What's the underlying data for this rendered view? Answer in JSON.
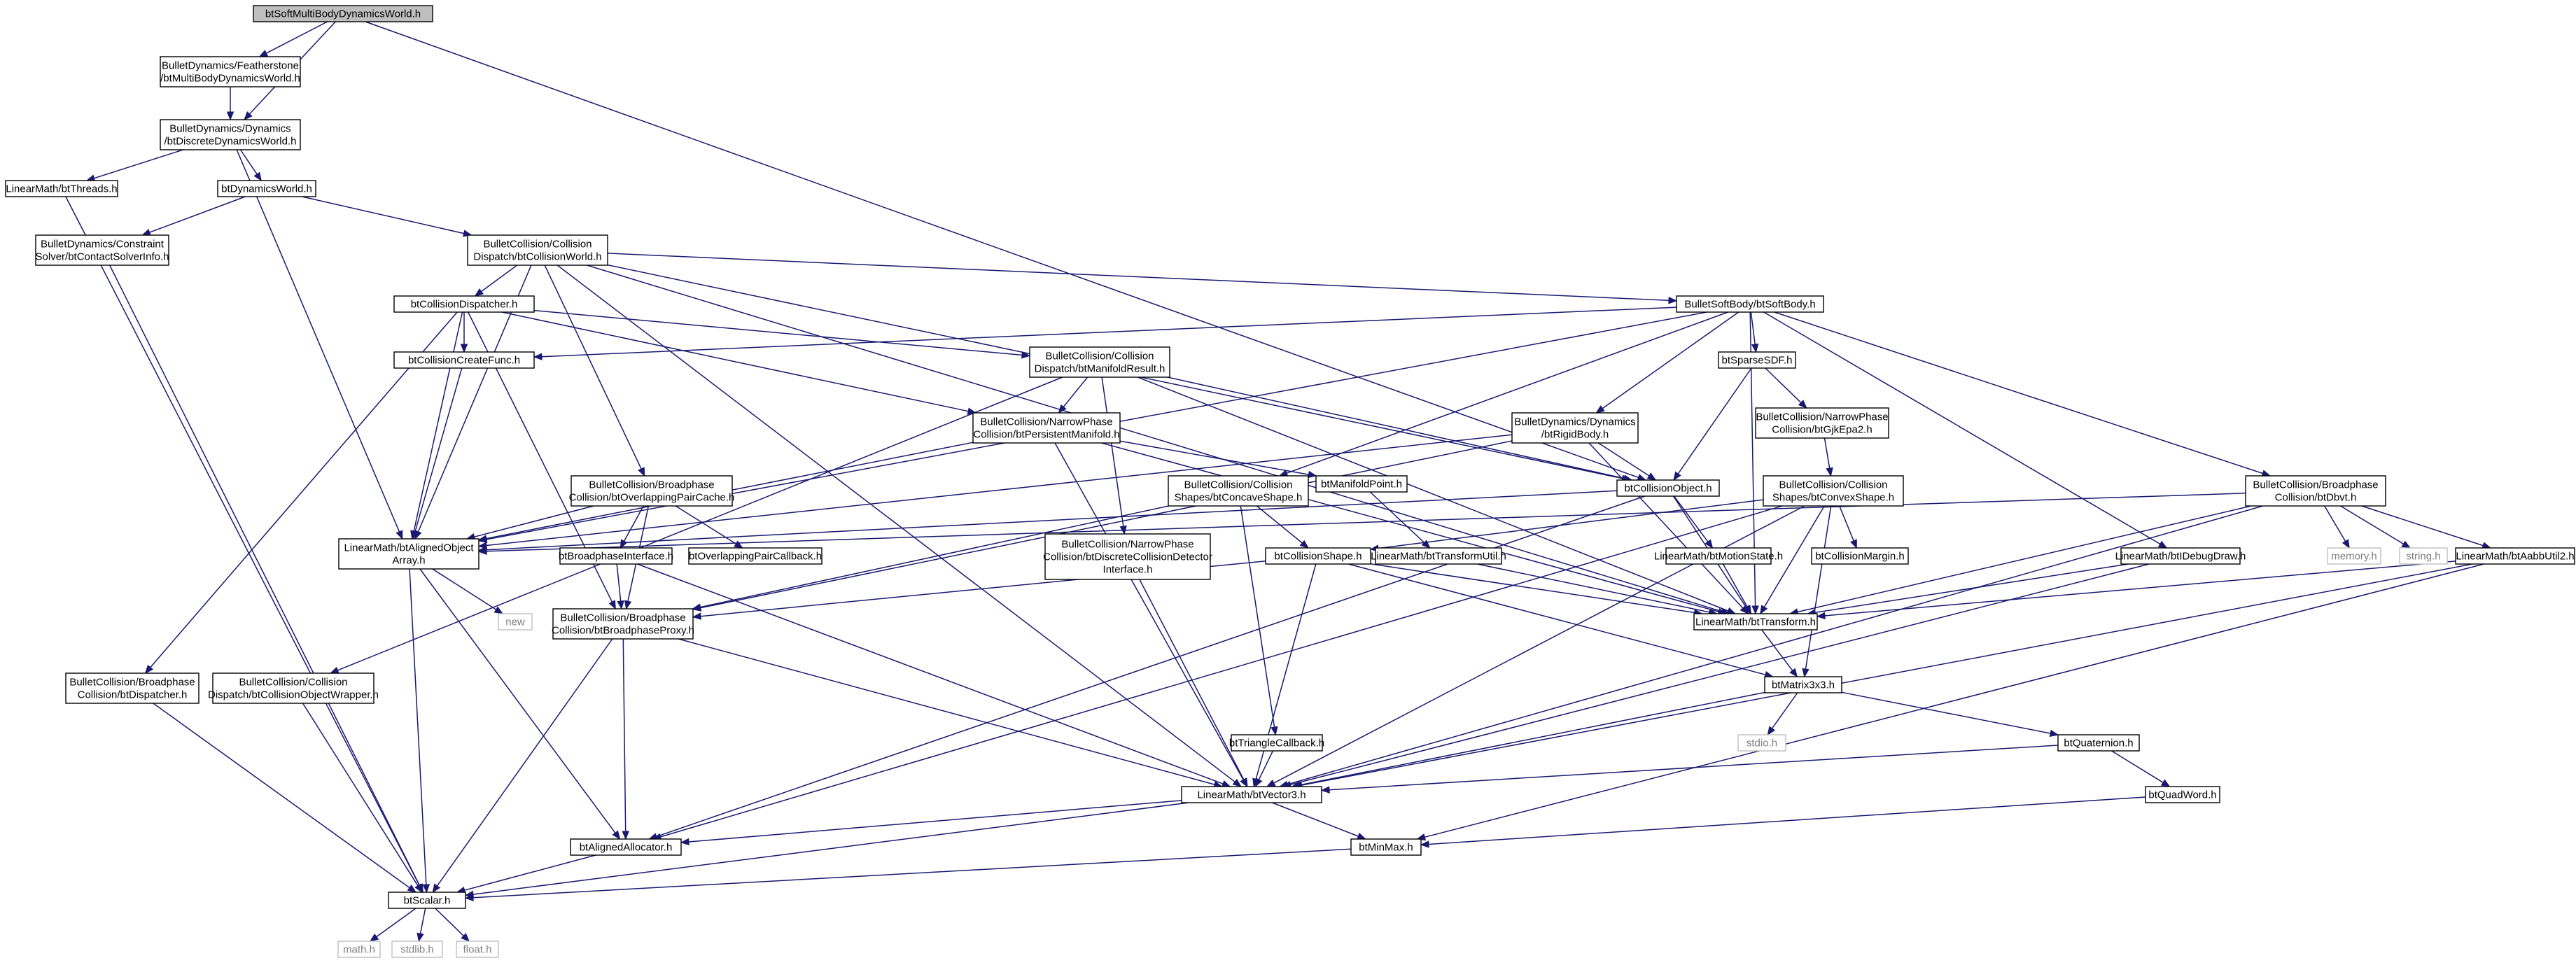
{
  "graph": {
    "colors": {
      "edge": "#191970",
      "root_fill": "#bfbfbf",
      "node_fill": "#ffffff",
      "system_text": "#7f7f7f",
      "system_border": "#bfbfbf"
    },
    "nodes": [
      {
        "id": "root",
        "lines": [
          "btSoftMultiBodyDynamicsWorld.h"
        ],
        "root": true
      },
      {
        "id": "featherstone",
        "lines": [
          "BulletDynamics/Featherstone",
          "/btMultiBodyDynamicsWorld.h"
        ]
      },
      {
        "id": "discrete",
        "lines": [
          "BulletDynamics/Dynamics",
          "/btDiscreteDynamicsWorld.h"
        ]
      },
      {
        "id": "threads",
        "lines": [
          "LinearMath/btThreads.h"
        ]
      },
      {
        "id": "dynworld",
        "lines": [
          "btDynamicsWorld.h"
        ]
      },
      {
        "id": "contactsolver",
        "lines": [
          "BulletDynamics/Constraint",
          "Solver/btContactSolverInfo.h"
        ]
      },
      {
        "id": "collworld",
        "lines": [
          "BulletCollision/Collision",
          "Dispatch/btCollisionWorld.h"
        ]
      },
      {
        "id": "colldispatcher",
        "lines": [
          "btCollisionDispatcher.h"
        ]
      },
      {
        "id": "softbody",
        "lines": [
          "BulletSoftBody/btSoftBody.h"
        ]
      },
      {
        "id": "createfunc",
        "lines": [
          "btCollisionCreateFunc.h"
        ]
      },
      {
        "id": "manifoldresult",
        "lines": [
          "BulletCollision/Collision",
          "Dispatch/btManifoldResult.h"
        ]
      },
      {
        "id": "sparsesdf",
        "lines": [
          "btSparseSDF.h"
        ]
      },
      {
        "id": "gjkepa2",
        "lines": [
          "BulletCollision/NarrowPhase",
          "Collision/btGjkEpa2.h"
        ]
      },
      {
        "id": "persistent",
        "lines": [
          "BulletCollision/NarrowPhase",
          "Collision/btPersistentManifold.h"
        ]
      },
      {
        "id": "rigidbody",
        "lines": [
          "BulletDynamics/Dynamics",
          "/btRigidBody.h"
        ]
      },
      {
        "id": "manifoldpoint",
        "lines": [
          "btManifoldPoint.h"
        ]
      },
      {
        "id": "concaveshape",
        "lines": [
          "BulletCollision/Collision",
          "Shapes/btConcaveShape.h"
        ]
      },
      {
        "id": "collobject",
        "lines": [
          "btCollisionObject.h"
        ]
      },
      {
        "id": "convexshape",
        "lines": [
          "BulletCollision/Collision",
          "Shapes/btConvexShape.h"
        ]
      },
      {
        "id": "dbvt",
        "lines": [
          "BulletCollision/Broadphase",
          "Collision/btDbvt.h"
        ]
      },
      {
        "id": "overlapcache",
        "lines": [
          "BulletCollision/Broadphase",
          "Collision/btOverlappingPairCache.h"
        ]
      },
      {
        "id": "alignedarray",
        "lines": [
          "LinearMath/btAlignedObject",
          "Array.h"
        ]
      },
      {
        "id": "discretedetector",
        "lines": [
          "BulletCollision/NarrowPhase",
          "Collision/btDiscreteCollisionDetector",
          "Interface.h"
        ]
      },
      {
        "id": "broadphaseif",
        "lines": [
          "btBroadphaseInterface.h"
        ]
      },
      {
        "id": "overlapcallback",
        "lines": [
          "btOverlappingPairCallback.h"
        ]
      },
      {
        "id": "collshape",
        "lines": [
          "btCollisionShape.h"
        ]
      },
      {
        "id": "transformutil",
        "lines": [
          "LinearMath/btTransformUtil.h"
        ]
      },
      {
        "id": "motionstate",
        "lines": [
          "LinearMath/btMotionState.h"
        ]
      },
      {
        "id": "collmargin",
        "lines": [
          "btCollisionMargin.h"
        ]
      },
      {
        "id": "debugdraw",
        "lines": [
          "LinearMath/btIDebugDraw.h"
        ]
      },
      {
        "id": "memory",
        "lines": [
          "memory.h"
        ],
        "system": true
      },
      {
        "id": "string",
        "lines": [
          "string.h"
        ],
        "system": true
      },
      {
        "id": "aabbutil",
        "lines": [
          "LinearMath/btAabbUtil2.h"
        ]
      },
      {
        "id": "new",
        "lines": [
          "new"
        ],
        "system": true
      },
      {
        "id": "bpproxy",
        "lines": [
          "BulletCollision/Broadphase",
          "Collision/btBroadphaseProxy.h"
        ]
      },
      {
        "id": "transform",
        "lines": [
          "LinearMath/btTransform.h"
        ]
      },
      {
        "id": "bpdispatcher",
        "lines": [
          "BulletCollision/Broadphase",
          "Collision/btDispatcher.h"
        ]
      },
      {
        "id": "collobjwrapper",
        "lines": [
          "BulletCollision/Collision",
          "Dispatch/btCollisionObjectWrapper.h"
        ]
      },
      {
        "id": "matrix3x3",
        "lines": [
          "btMatrix3x3.h"
        ]
      },
      {
        "id": "stdio",
        "lines": [
          "stdio.h"
        ],
        "system": true
      },
      {
        "id": "quaternion",
        "lines": [
          "btQuaternion.h"
        ]
      },
      {
        "id": "trianglecb",
        "lines": [
          "btTriangleCallback.h"
        ]
      },
      {
        "id": "vector3",
        "lines": [
          "LinearMath/btVector3.h"
        ]
      },
      {
        "id": "quadword",
        "lines": [
          "btQuadWord.h"
        ]
      },
      {
        "id": "alignedalloc",
        "lines": [
          "btAlignedAllocator.h"
        ]
      },
      {
        "id": "minmax",
        "lines": [
          "btMinMax.h"
        ]
      },
      {
        "id": "scalar",
        "lines": [
          "btScalar.h"
        ]
      },
      {
        "id": "math",
        "lines": [
          "math.h"
        ],
        "system": true
      },
      {
        "id": "stdlib",
        "lines": [
          "stdlib.h"
        ],
        "system": true
      },
      {
        "id": "float",
        "lines": [
          "float.h"
        ],
        "system": true
      }
    ],
    "edges": [
      [
        "root",
        "featherstone"
      ],
      [
        "root",
        "discrete"
      ],
      [
        "root",
        "collobject"
      ],
      [
        "featherstone",
        "discrete"
      ],
      [
        "discrete",
        "threads"
      ],
      [
        "discrete",
        "dynworld"
      ],
      [
        "discrete",
        "alignedarray"
      ],
      [
        "threads",
        "scalar"
      ],
      [
        "dynworld",
        "contactsolver"
      ],
      [
        "dynworld",
        "collworld"
      ],
      [
        "contactsolver",
        "scalar"
      ],
      [
        "collworld",
        "colldispatcher"
      ],
      [
        "collworld",
        "softbody"
      ],
      [
        "collworld",
        "overlapcache"
      ],
      [
        "collworld",
        "alignedarray"
      ],
      [
        "collworld",
        "collobject"
      ],
      [
        "collworld",
        "vector3"
      ],
      [
        "collworld",
        "transform"
      ],
      [
        "colldispatcher",
        "createfunc"
      ],
      [
        "colldispatcher",
        "manifoldresult"
      ],
      [
        "colldispatcher",
        "persistent"
      ],
      [
        "colldispatcher",
        "alignedarray"
      ],
      [
        "colldispatcher",
        "bpproxy"
      ],
      [
        "colldispatcher",
        "bpdispatcher"
      ],
      [
        "softbody",
        "createfunc"
      ],
      [
        "softbody",
        "sparsesdf"
      ],
      [
        "softbody",
        "rigidbody"
      ],
      [
        "softbody",
        "concaveshape"
      ],
      [
        "softbody",
        "dbvt"
      ],
      [
        "softbody",
        "alignedarray"
      ],
      [
        "softbody",
        "debugdraw"
      ],
      [
        "softbody",
        "transform"
      ],
      [
        "createfunc",
        "alignedarray"
      ],
      [
        "manifoldresult",
        "persistent"
      ],
      [
        "manifoldresult",
        "discretedetector"
      ],
      [
        "manifoldresult",
        "collobject"
      ],
      [
        "manifoldresult",
        "transform"
      ],
      [
        "manifoldresult",
        "collobjwrapper"
      ],
      [
        "sparsesdf",
        "gjkepa2"
      ],
      [
        "sparsesdf",
        "collobject"
      ],
      [
        "gjkepa2",
        "convexshape"
      ],
      [
        "persistent",
        "manifoldpoint"
      ],
      [
        "persistent",
        "alignedarray"
      ],
      [
        "persistent",
        "vector3"
      ],
      [
        "persistent",
        "transform"
      ],
      [
        "rigidbody",
        "collobject"
      ],
      [
        "rigidbody",
        "alignedarray"
      ],
      [
        "rigidbody",
        "bpproxy"
      ],
      [
        "rigidbody",
        "transform"
      ],
      [
        "manifoldpoint",
        "transformutil"
      ],
      [
        "concaveshape",
        "collshape"
      ],
      [
        "concaveshape",
        "trianglecb"
      ],
      [
        "concaveshape",
        "bpproxy"
      ],
      [
        "collobject",
        "motionstate"
      ],
      [
        "collobject",
        "transform"
      ],
      [
        "collobject",
        "alignedarray"
      ],
      [
        "collobject",
        "alignedalloc"
      ],
      [
        "convexshape",
        "collshape"
      ],
      [
        "convexshape",
        "collmargin"
      ],
      [
        "convexshape",
        "transform"
      ],
      [
        "convexshape",
        "matrix3x3"
      ],
      [
        "convexshape",
        "vector3"
      ],
      [
        "convexshape",
        "alignedalloc"
      ],
      [
        "dbvt",
        "memory"
      ],
      [
        "dbvt",
        "string"
      ],
      [
        "dbvt",
        "aabbutil"
      ],
      [
        "dbvt",
        "transform"
      ],
      [
        "dbvt",
        "alignedarray"
      ],
      [
        "dbvt",
        "vector3"
      ],
      [
        "overlapcache",
        "broadphaseif"
      ],
      [
        "overlapcache",
        "overlapcallback"
      ],
      [
        "overlapcache",
        "alignedarray"
      ],
      [
        "overlapcache",
        "bpproxy"
      ],
      [
        "alignedarray",
        "new"
      ],
      [
        "alignedarray",
        "alignedalloc"
      ],
      [
        "alignedarray",
        "scalar"
      ],
      [
        "discretedetector",
        "vector3"
      ],
      [
        "broadphaseif",
        "bpproxy"
      ],
      [
        "broadphaseif",
        "vector3"
      ],
      [
        "collshape",
        "transform"
      ],
      [
        "collshape",
        "matrix3x3"
      ],
      [
        "collshape",
        "vector3"
      ],
      [
        "collshape",
        "bpproxy"
      ],
      [
        "transformutil",
        "transform"
      ],
      [
        "motionstate",
        "transform"
      ],
      [
        "debugdraw",
        "transform"
      ],
      [
        "debugdraw",
        "vector3"
      ],
      [
        "aabbutil",
        "transform"
      ],
      [
        "aabbutil",
        "vector3"
      ],
      [
        "aabbutil",
        "minmax"
      ],
      [
        "bpproxy",
        "alignedalloc"
      ],
      [
        "bpproxy",
        "vector3"
      ],
      [
        "bpproxy",
        "scalar"
      ],
      [
        "transform",
        "matrix3x3"
      ],
      [
        "bpdispatcher",
        "scalar"
      ],
      [
        "collobjwrapper",
        "scalar"
      ],
      [
        "matrix3x3",
        "stdio"
      ],
      [
        "matrix3x3",
        "quaternion"
      ],
      [
        "matrix3x3",
        "vector3"
      ],
      [
        "quaternion",
        "quadword"
      ],
      [
        "quaternion",
        "vector3"
      ],
      [
        "trianglecb",
        "vector3"
      ],
      [
        "vector3",
        "alignedalloc"
      ],
      [
        "vector3",
        "minmax"
      ],
      [
        "vector3",
        "scalar"
      ],
      [
        "quadword",
        "minmax"
      ],
      [
        "alignedalloc",
        "scalar"
      ],
      [
        "minmax",
        "scalar"
      ],
      [
        "scalar",
        "math"
      ],
      [
        "scalar",
        "stdlib"
      ],
      [
        "scalar",
        "float"
      ]
    ]
  }
}
